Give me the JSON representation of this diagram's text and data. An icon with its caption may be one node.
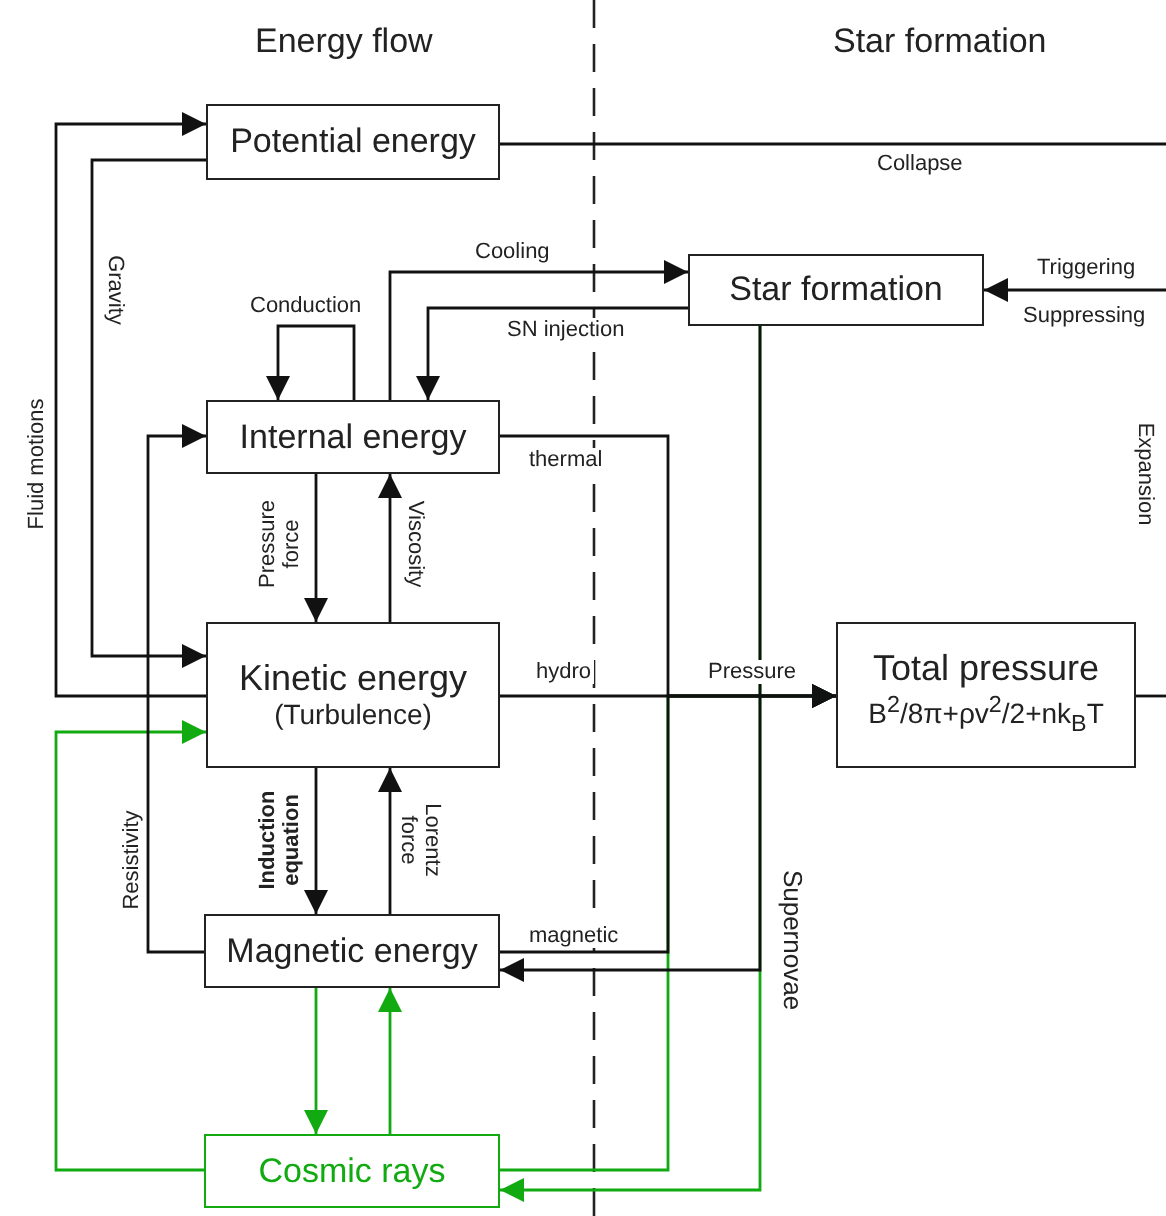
{
  "diagram": {
    "nodes": [
      {
        "text": [
          "Potential energy"
        ]
      },
      {
        "text": [
          "Star formation"
        ]
      },
      {
        "text": [
          "Internal energy"
        ]
      },
      {
        "text": [
          "Kinetic energy",
          "(Turbulence)"
        ]
      },
      {
        "text": [
          "Total pressure",
          "B$^{2}$/8π+ρv$^{2}$/2+nk$_{B}$T"
        ]
      },
      {
        "text": [
          "Magnetic energy"
        ]
      },
      {
        "text": [
          "Cosmic rays"
        ]
      }
    ],
    "edges": [
      {
        "from": 3,
        "to": 0,
        "arrow": "to",
        "label": "Fluid motions"
      },
      {
        "from": 0,
        "to": 3,
        "arrow": "to",
        "label": "Gravity"
      },
      {
        "from": 0,
        "to": null,
        "arrow": "none",
        "label": "Collapse"
      },
      {
        "from": null,
        "to": 1,
        "arrow": "to"
      },
      {
        "from": 2,
        "to": 1,
        "arrow": "to",
        "label": "Cooling"
      },
      {
        "from": 1,
        "to": 2,
        "arrow": "to",
        "label": "SN injection"
      },
      {
        "from": 2,
        "to": 2,
        "arrow": "to",
        "label": "Conduction"
      },
      {
        "from": 2,
        "to": 3,
        "arrow": "to",
        "label": "Pressure force"
      },
      {
        "from": 3,
        "to": 2,
        "arrow": "to",
        "label": "Viscosity"
      },
      {
        "from": 3,
        "to": 4,
        "arrow": "to",
        "label": "hydro"
      },
      {
        "from": 2,
        "to": 4,
        "arrow": "to",
        "label": "thermal"
      },
      {
        "from": 5,
        "to": 4,
        "arrow": "to",
        "label": "magnetic"
      },
      {
        "from": 6,
        "to": 4,
        "arrow": "to",
        "color": "#11aa11"
      },
      {
        "from": 1,
        "to": 5,
        "arrow": "to",
        "label": "Supernovae"
      },
      {
        "from": 1,
        "to": 6,
        "arrow": "to",
        "color": "#11aa11"
      },
      {
        "from": 4,
        "to": null,
        "arrow": "none"
      },
      {
        "from": 3,
        "to": 5,
        "arrow": "to",
        "label": "Induction equation"
      },
      {
        "from": 5,
        "to": 3,
        "arrow": "to",
        "label": "Lorentz force"
      },
      {
        "from": 5,
        "to": 2,
        "arrow": "to",
        "label": "Resistivity"
      },
      {
        "from": 6,
        "to": 3,
        "arrow": "to",
        "color": "#11aa11"
      },
      {
        "from": 5,
        "to": 6,
        "arrow": "to",
        "color": "#11aa11"
      },
      {
        "from": 6,
        "to": 5,
        "arrow": "to",
        "color": "#11aa11"
      }
    ],
    "labels": [
      "Energy flow",
      "Star formation",
      "Triggering",
      "Suppressing",
      "Expansion",
      "Pressure"
    ]
  }
}
